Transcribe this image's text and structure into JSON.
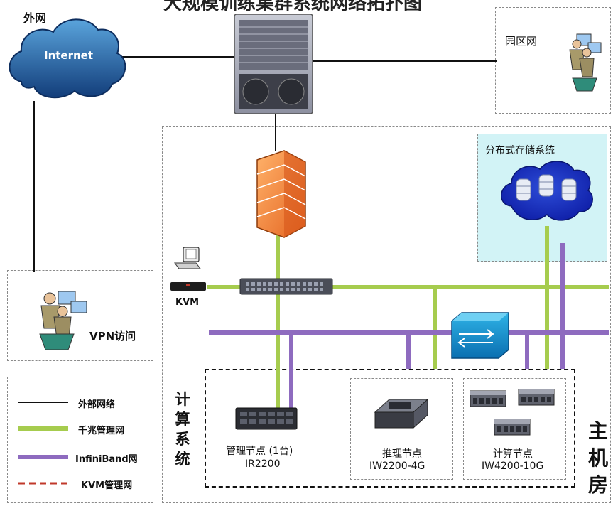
{
  "title": "大规模训练集群系统网络拓扑图",
  "internet": {
    "region_label": "外网",
    "cloud_label": "Internet"
  },
  "campus": {
    "label": "园区网"
  },
  "storage": {
    "label": "分布式存储系统"
  },
  "kvm": {
    "label": "KVM"
  },
  "vpn": {
    "label": "VPN访问"
  },
  "legend": [
    {
      "label": "外部网络",
      "color": "#111111",
      "style": "solid"
    },
    {
      "label": "千兆管理网",
      "color": "#a6cc4e",
      "style": "solid"
    },
    {
      "label": "InfiniBand网",
      "color": "#8e6bbf",
      "style": "solid"
    },
    {
      "label": "KVM管理网",
      "color": "#c0392b",
      "style": "dashed"
    }
  ],
  "compute_system": {
    "label": "计算系统"
  },
  "machine_room": {
    "label": "主机房"
  },
  "nodes": [
    {
      "name": "管理节点 (1台)",
      "model": "IR2200"
    },
    {
      "name": "推理节点",
      "model": "IW2200-4G"
    },
    {
      "name": "计算节点",
      "model": "IW4200-10G"
    }
  ],
  "colors": {
    "external": "#111111",
    "gigabit": "#a6cc4e",
    "infiniband": "#8e6bbf",
    "kvm": "#c0392b",
    "storage_bg": "#d2f3f6"
  }
}
